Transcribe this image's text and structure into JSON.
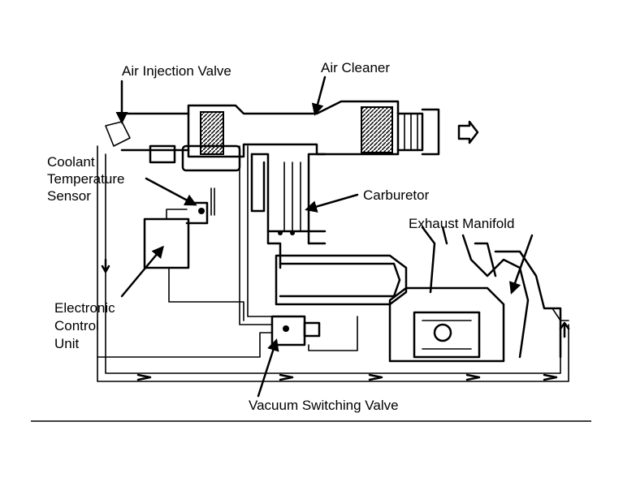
{
  "labels": {
    "air_injection_valve": "Air Injection Valve",
    "air_cleaner": "Air Cleaner",
    "coolant_1": "Coolant",
    "coolant_2": "Temperature",
    "coolant_3": "Sensor",
    "carburetor": "Carburetor",
    "exhaust_manifold": "Exhaust Manifold",
    "ecu_1": "Electronic",
    "ecu_2": "Control",
    "ecu_3": "Unit",
    "vacuum_switching_valve": "Vacuum Switching Valve"
  },
  "colors": {
    "ink": "#000000",
    "paper": "#ffffff"
  }
}
